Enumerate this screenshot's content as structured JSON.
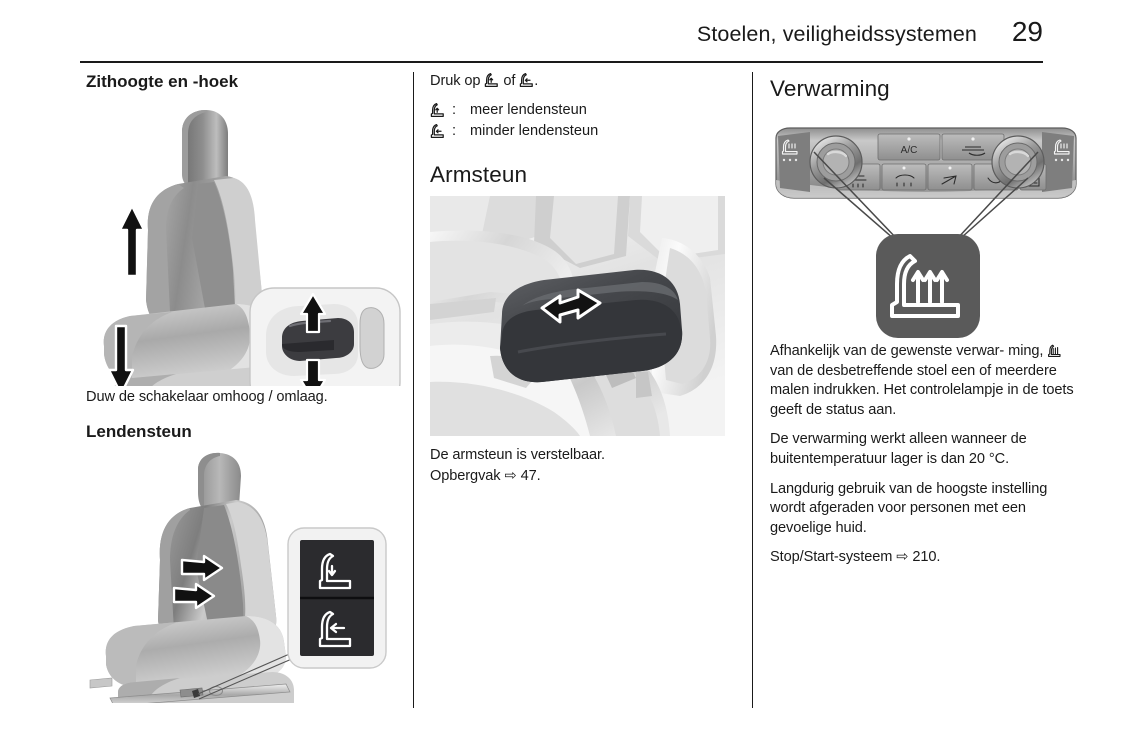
{
  "header": {
    "title": "Stoelen, veiligheidssystemen",
    "page_number": "29"
  },
  "column1": {
    "heading_seat_height": "Zithoogte en -hoek",
    "figure_seat_height_name": "seat-height-adjustment-illustration",
    "caption_seat_height": "Duw de schakelaar omhoog / omlaag.",
    "heading_lumbar": "Lendensteun",
    "figure_lumbar_name": "lumbar-support-illustration"
  },
  "column2": {
    "press_line_prefix": "Druk op",
    "press_line_middle": "of",
    "press_line_suffix": ".",
    "legend": [
      {
        "icon": "lumbar-more-icon",
        "colon": ":",
        "label": "meer lendensteun"
      },
      {
        "icon": "lumbar-less-icon",
        "colon": ":",
        "label": "minder lendensteun"
      }
    ],
    "heading_armrest": "Armsteun",
    "figure_armrest_name": "armrest-photo",
    "armrest_text": "De armsteun is verstelbaar.",
    "storage_label": "Opbergvak",
    "storage_arrow": "⇨",
    "storage_page": "47."
  },
  "column3": {
    "heading_heating": "Verwarming",
    "figure_climate_name": "climate-control-panel-illustration",
    "climate_panel": {
      "ac_label": "A/C",
      "left_button": "seat-heating-left-icon",
      "right_button": "seat-heating-right-icon",
      "center_buttons": [
        "rear-window-defrost-icon",
        "windscreen-defrost-icon",
        "air-to-face-icon",
        "air-to-feet-icon",
        "air-recirculation-icon",
        "auto-icon"
      ]
    },
    "callout_icon": "seat-heating-icon",
    "paragraph1_a": "Afhankelijk van de gewenste verwar-",
    "paragraph1_b": "ming,",
    "paragraph1_c": "van de desbetreffende stoel",
    "paragraph1_d": "een of meerdere malen indrukken.",
    "paragraph1_e": "Het controlelampje in de toets geeft",
    "paragraph1_f": "de status aan.",
    "paragraph2": "De verwarming werkt alleen wanneer de buitentemperatuur lager is dan 20 °C.",
    "paragraph3": "Langdurig gebruik van de hoogste instelling wordt afgeraden voor personen met een gevoelige huid.",
    "paragraph4_label": "Stop/Start-systeem",
    "paragraph4_arrow": "⇨",
    "paragraph4_page": "210."
  },
  "colors": {
    "text": "#1a1a1a",
    "rule": "#1a1a1a",
    "button_dark": "#2b2b2e",
    "callout_fill": "#5a5a5a",
    "panel_light": "#e8e8e8"
  }
}
